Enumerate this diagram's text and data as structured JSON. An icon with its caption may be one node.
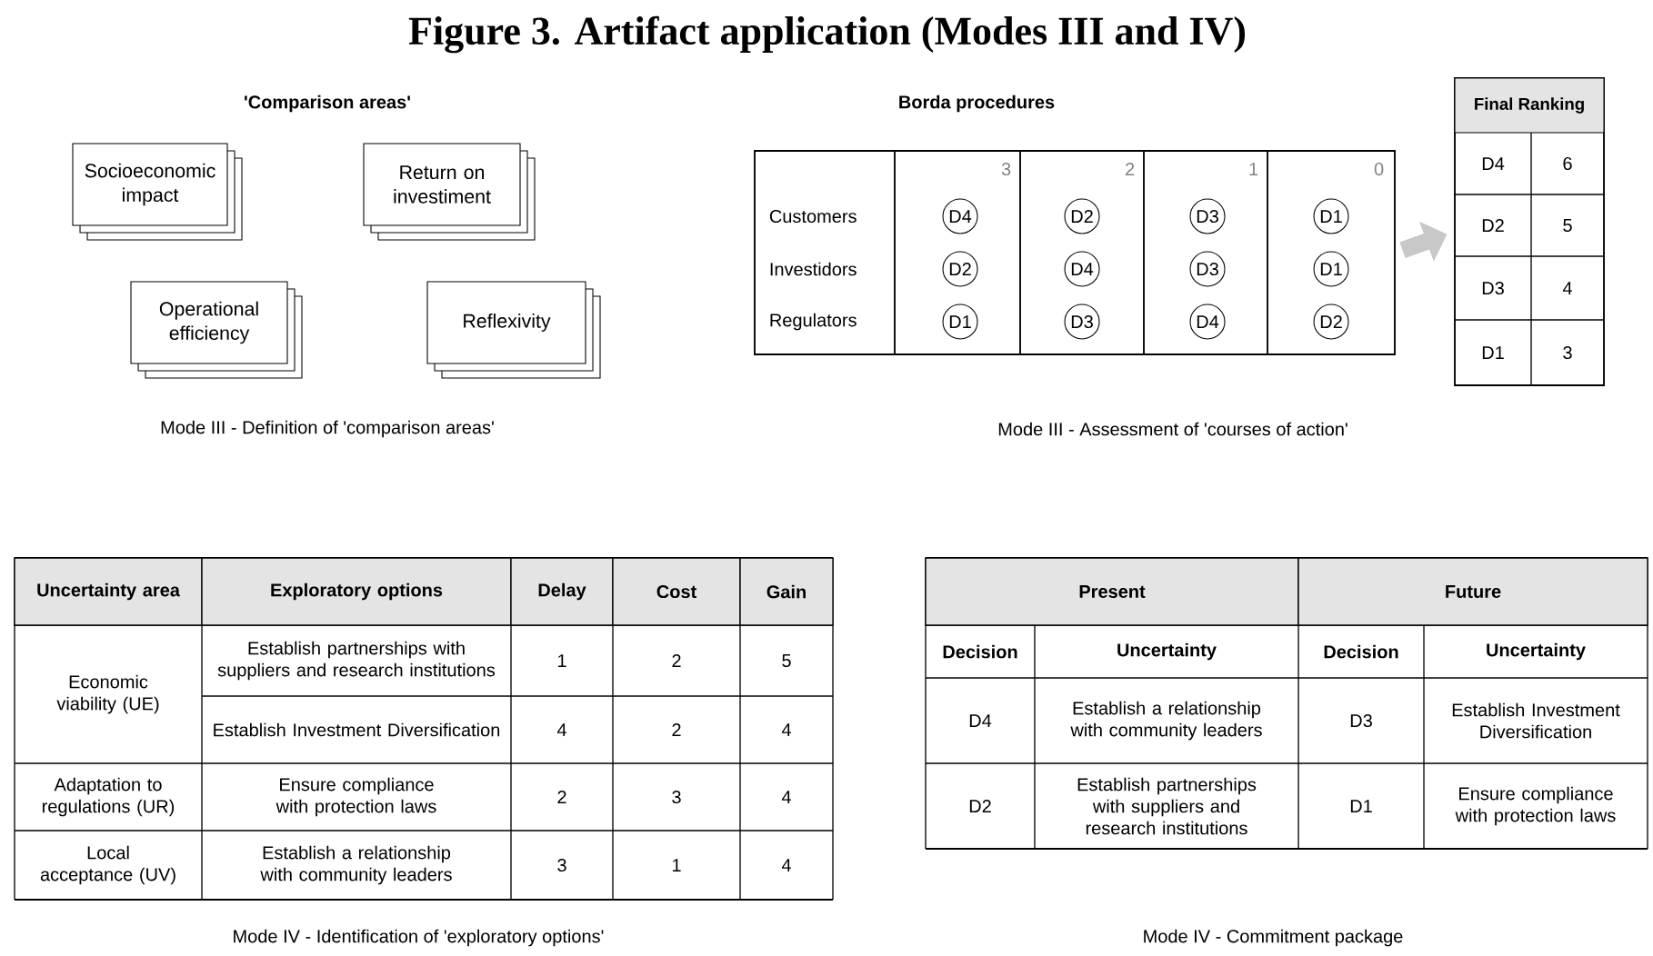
{
  "diagram": {
    "title": "Figure 3. Artifact application (Modes III and IV)",
    "nodes": [
      {
        "text": [
          "Socioeconomic impact"
        ]
      },
      {
        "text": [
          "Return on investiment"
        ]
      },
      {
        "text": [
          "Operational efficiency"
        ]
      },
      {
        "text": [
          "Reflexivity"
        ]
      },
      {
        "text": [
          "Borda procedures"
        ]
      },
      {
        "text": [
          "D4"
        ],
        "in": 4
      },
      {
        "text": [
          "D2"
        ],
        "in": 4
      },
      {
        "text": [
          "D3"
        ],
        "in": 4
      },
      {
        "text": [
          "D1"
        ],
        "in": 4
      },
      {
        "text": [
          "D2"
        ],
        "in": 4
      },
      {
        "text": [
          "D4"
        ],
        "in": 4
      },
      {
        "text": [
          "D3"
        ],
        "in": 4
      },
      {
        "text": [
          "D1"
        ],
        "in": 4
      },
      {
        "text": [
          "D1"
        ],
        "in": 4
      },
      {
        "text": [
          "D3"
        ],
        "in": 4
      },
      {
        "text": [
          "D4"
        ],
        "in": 4
      },
      {
        "text": [
          "D2"
        ],
        "in": 4
      },
      {
        "text": [
          "Final Ranking"
        ]
      }
    ],
    "edges": [
      {
        "from": 4,
        "to": 17,
        "arrow": "to"
      }
    ],
    "labels": [
      "'Comparison areas'",
      "Mode III - Definition of 'comparison areas'",
      "3",
      "2",
      "1",
      "0",
      "Customers",
      "Investidors",
      "Regulators",
      "D4",
      "6",
      "D2",
      "5",
      "D3",
      "4",
      "D1",
      "3",
      "Mode III - Assessment of 'courses of action'",
      "Uncertainty area",
      "Exploratory options",
      "Delay",
      "Cost",
      "Gain",
      "Economic viability (UE)",
      "Establish partnerships with suppliers and research institutions",
      "1",
      "2",
      "5",
      "Establish Investment Diversification",
      "4",
      "2",
      "4",
      "Adaptation to regulations (UR)",
      "Ensure compliance with protection laws",
      "2",
      "3",
      "4",
      "Local acceptance (UV)",
      "Establish a relationship with community leaders",
      "3",
      "1",
      "4",
      "Mode IV - Identification of 'exploratory options'",
      "Present",
      "Future",
      "Decision",
      "Uncertainty",
      "Decision",
      "Uncertainty",
      "D4",
      "Establish a relationship with community leaders",
      "D3",
      "Establish Investment Diversification",
      "D2",
      "Establish partnerships with suppliers and research institutions",
      "D1",
      "Ensure compliance with protection laws",
      "Mode IV - Commitment package"
    ]
  }
}
